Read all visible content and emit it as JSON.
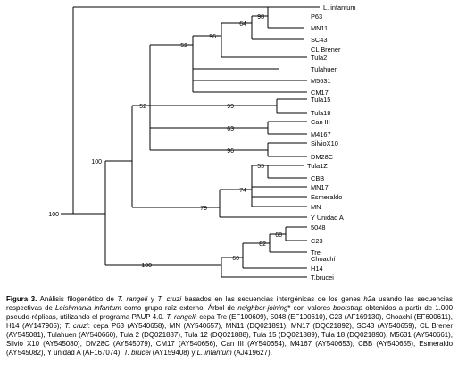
{
  "tree": {
    "taxa": {
      "linfantum": "L. infantum",
      "p63": "P63",
      "mn11": "MN11",
      "sc43": "SC43",
      "clbrener": "CL Brener",
      "tula2": "Tula2",
      "tulahuen": "Tulahuen",
      "m5631": "M5631",
      "cm17": "CM17",
      "tula15": "Tula15",
      "tula18": "Tula18",
      "caniii": "Can III",
      "m4167": "M4167",
      "silviox10": "SilvioX10",
      "dm28c": "DM28C",
      "tula1z": "Tula1Z",
      "cbb": "CBB",
      "mn17": "MN17",
      "esmeraldo": "Esmeraldo",
      "mn": "MN",
      "yunidada": "Y Unidad A",
      "t5048": "5048",
      "c23": "C23",
      "tre": "Tre",
      "choachi": "Choachí",
      "h14": "H14",
      "tbrucei": "T.brucei"
    },
    "bootstrap": {
      "root": "100",
      "cruzi": "100",
      "sub52a": "52",
      "sub96a": "96",
      "sub64": "64",
      "sub98": "98",
      "sub52b": "52",
      "sub99": "99",
      "sub63": "63",
      "sub96b": "96",
      "sub79": "79",
      "sub74": "74",
      "sub55": "55",
      "rangeli": "100",
      "sub60": "60",
      "sub82": "82",
      "sub68": "68"
    }
  },
  "caption": {
    "label": "Figura 3.",
    "s1": " Análisis filogenético de ",
    "i1": "T. rangeli",
    "s2": " y ",
    "i2": "T. cruzi",
    "s3": " basados en las secuencias intergénicas de los genes ",
    "i3": "h2a",
    "s4": " usando las secuencias respectivas de ",
    "i4": "Leishmania infantum",
    "s5": " como grupo raíz externo. Árbol de ",
    "i5": "neighbor-joining",
    "s6": "* con valores ",
    "i6": "bootstrap",
    "s7": " obtenidos a partir de 1.000 pseudo-réplicas, utilizando el programa PAUP 4.0. ",
    "i7": "T. rangeli",
    "s8": ": cepa Tre (EF100609), 5048 (EF100610), C23 (AF169130), Choachí (EF600611), H14 (AY147905); ",
    "i8": "T. cruzi",
    "s9": ": cepa P63 (AY540658), MN (AY540657), MN11 (DQ021891), MN17 (DQ021892), SC43 (AY540659), CL Brener (AY545081), Tulahuen (AY540660), Tula 2 (DQ021887), Tula 12 (DQ021888), Tula 15 (DQ021889), Tula 18 (DQ021890), M5631 (AY540661), Silvio X10 (AY545080), DM28C (AY545079), CM17 (AY540656), Can III (AY540654), M4167 (AY540653), CBB (AY540655), Esmeraldo (AY545082), Y unidad A (AF167074); ",
    "i9": "T. brucei",
    "s10": " (AY159408) y ",
    "i10": "L. infantum",
    "s11": " (AJ419627)."
  }
}
